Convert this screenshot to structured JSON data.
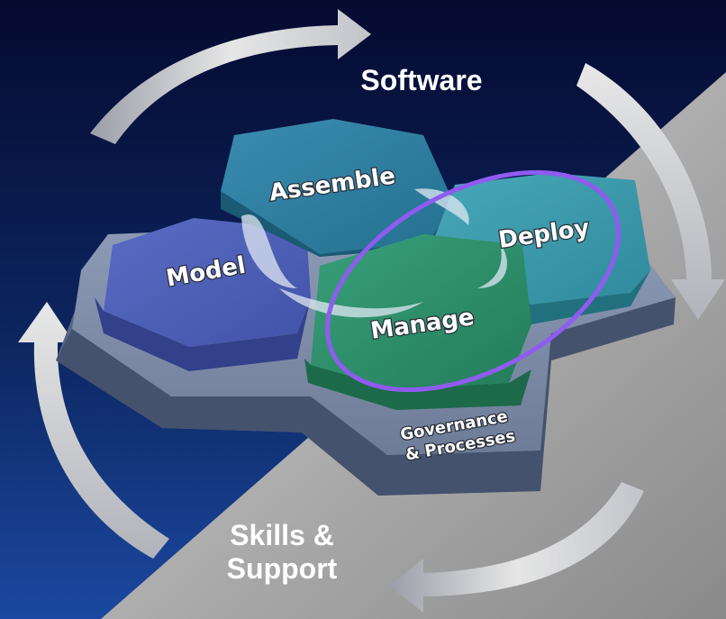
{
  "labels": {
    "software": "Software",
    "skills_line1": "Skills &",
    "skills_line2": "Support"
  },
  "hexagons": {
    "model": "Model",
    "assemble": "Assemble",
    "deploy": "Deploy",
    "manage": "Manage"
  },
  "base_label": {
    "line1": "Governance",
    "line2": "& Processes"
  },
  "colors": {
    "background_dark": "#0a1a40",
    "background_light": "#9a9a9a",
    "model_hex": "#4f5fb5",
    "assemble_hex": "#2f7f9f",
    "deploy_hex": "#3a9aaa",
    "manage_hex": "#2e8f6a",
    "base_platform": "#7888a2",
    "highlight_ellipse": "#8f5bf0",
    "cycle_arrows": "#d8d8d8"
  }
}
